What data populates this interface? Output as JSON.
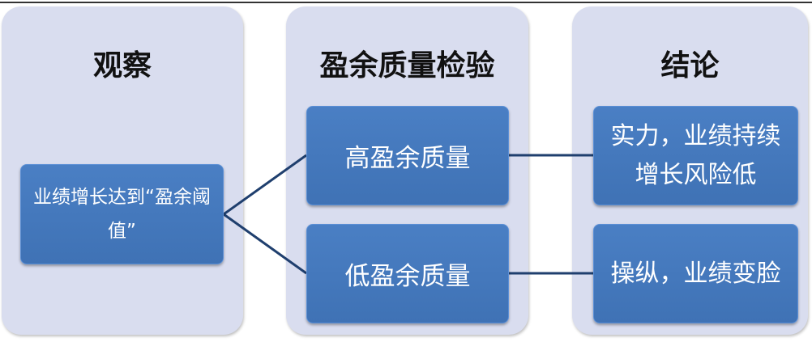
{
  "columns": [
    {
      "title": "观察"
    },
    {
      "title": "盈余质量检验"
    },
    {
      "title": "结论"
    }
  ],
  "observation": "业绩增长达到“盈余阈值”",
  "tests": {
    "high": "高盈余质量",
    "low": "低盈余质量"
  },
  "conclusions": {
    "high": "实力，业绩持续增长风险低",
    "low": "操纵，业绩变脸"
  },
  "colors": {
    "panel": "#d9ddef",
    "box": "#4377bb",
    "connector": "#1f3f6e"
  }
}
